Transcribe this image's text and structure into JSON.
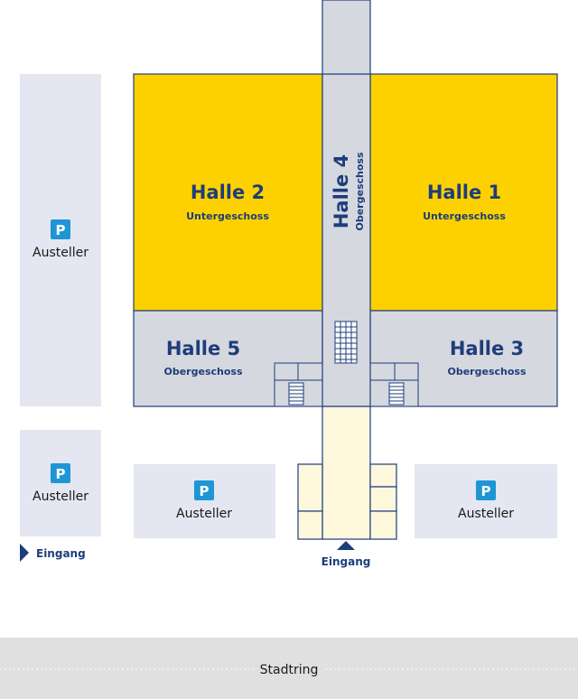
{
  "colors": {
    "hall_yellow": "#fdd100",
    "hall_grey": "#d6d8df",
    "hall_outline": "#1d3d7b",
    "parking_fill": "#e4e6f1",
    "parking_icon": "#1e96d6",
    "entrance_fill": "#fdf7dc",
    "road_fill": "#e0e0e0",
    "text_blue": "#1d3d7b"
  },
  "halls": {
    "halle_1": {
      "name": "Halle 1",
      "level": "Untergeschoss"
    },
    "halle_2": {
      "name": "Halle 2",
      "level": "Untergeschoss"
    },
    "halle_3": {
      "name": "Halle 3",
      "level": "Obergeschoss"
    },
    "halle_4": {
      "name": "Halle 4",
      "level": "Obergeschoss"
    },
    "halle_5": {
      "name": "Halle 5",
      "level": "Obergeschoss"
    }
  },
  "parking": {
    "icon": "P",
    "label": "Austeller",
    "areas": [
      "left-tall",
      "left-small",
      "center-left",
      "right"
    ]
  },
  "entrances": {
    "side": {
      "label": "Eingang",
      "icon": "triangle-right-icon"
    },
    "main": {
      "label": "Eingang",
      "icon": "triangle-up-icon"
    }
  },
  "road": {
    "label": "Stadtring"
  }
}
